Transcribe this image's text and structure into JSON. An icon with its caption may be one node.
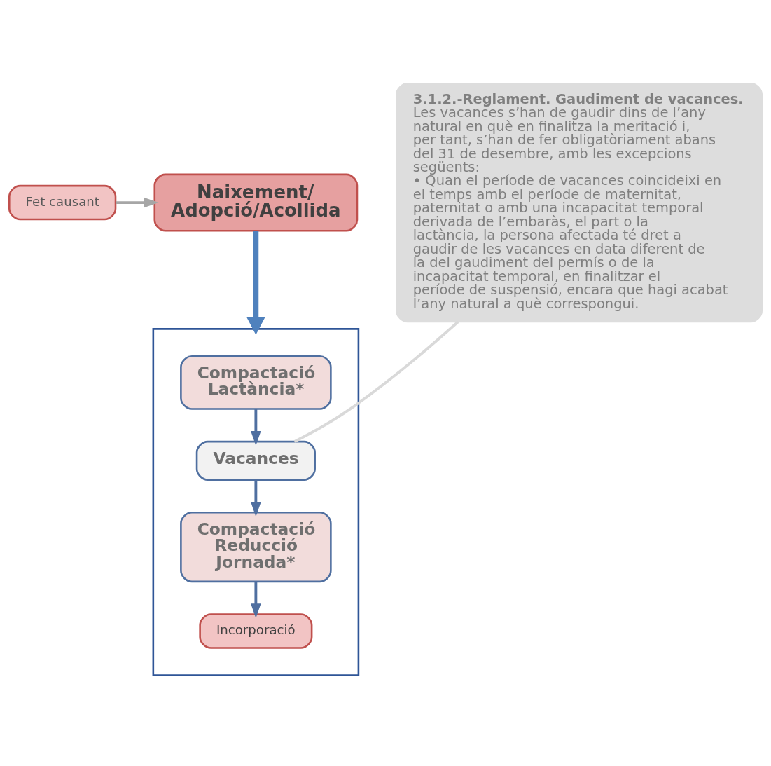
{
  "diagram": {
    "nodes": [
      {
        "text": [
          "Fet causant"
        ]
      },
      {
        "text": [
          "Naixement/ Adopció/Acollida"
        ]
      },
      {
        "text": [],
        "shape": "box"
      },
      {
        "text": [
          "Compactació Lactància*"
        ],
        "in": 2
      },
      {
        "text": [
          "Vacances"
        ],
        "in": 2
      },
      {
        "text": [
          "Compactació Reducció Jornada*"
        ],
        "in": 2
      },
      {
        "text": [
          "Incorporació"
        ],
        "in": 2
      },
      {
        "text": [
          "3.1.2.-Reglament. Gaudiment de vacances.",
          "Les vacances s’han de gaudir dins de l’any natural en què en finalitza la meritació i, per tant, s’han de fer obligatòriament abans del 31 de desembre, amb les excepcions següents:",
          "• Quan el període de vacances coincideixi en el temps amb el període de maternitat, paternitat o amb una incapacitat temporal derivada de l’embaràs, el part o la lactància, la persona afectada té dret a gaudir de les vacances en data diferent de la del gaudiment del permís o de la incapacitat temporal, en finalitzar el període de suspensió, encara que hagi acabat l’any natural a què correspongui."
        ]
      }
    ],
    "edges": [
      {
        "from": 0,
        "to": 1,
        "arrow": "to",
        "color": "#a6a6a6"
      },
      {
        "from": 1,
        "to": 2,
        "arrow": "to",
        "style": "thick",
        "color": "#4f81bd"
      },
      {
        "from": 3,
        "to": 4,
        "arrow": "to"
      },
      {
        "from": 4,
        "to": 5,
        "arrow": "to"
      },
      {
        "from": 5,
        "to": 6,
        "arrow": "to"
      },
      {
        "from": 7,
        "to": 4,
        "arrow": "none",
        "color": "#d9d9d9"
      }
    ]
  }
}
